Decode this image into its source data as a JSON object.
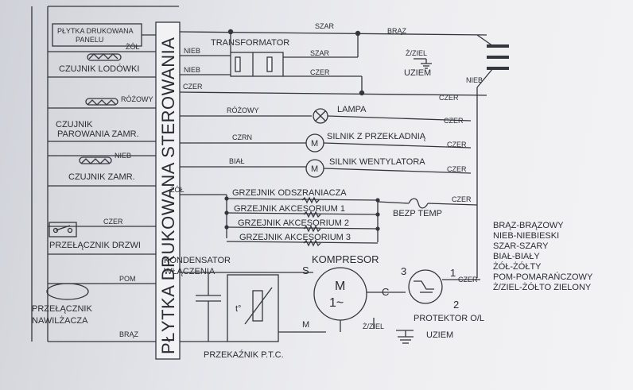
{
  "panel": {
    "title": "PŁYTKA DRUKOWANA STEROWANIA",
    "box_label_line1": "PŁYTKA DRUKOWANA",
    "box_label_line2": "PANELU"
  },
  "left_components": {
    "fridge_sensor": {
      "label": "CZUJNIK LODÓWKI",
      "wire": "ŻÓŁ"
    },
    "evap_sensor": {
      "label_line1": "CZUJNIK",
      "label_line2": "PAROWANIA ZAMR.",
      "wire": "RÓŻOWY"
    },
    "freezer_sensor": {
      "label": "CZUJNIK ZAMR.",
      "wire": "NIEB"
    },
    "door_switch": {
      "label": "PRZEŁĄCZNIK DRZWI",
      "wire": "CZER"
    },
    "humid_switch": {
      "label_line1": "PRZEŁĄCZNIK",
      "label_line2": "NAWILŻACZA",
      "wire_top": "POM",
      "wire_bottom": "BRĄZ"
    }
  },
  "transformer": {
    "label": "TRANSFORMATOR",
    "in1": "NIEB",
    "in2": "NIEB",
    "out1": "SZAR",
    "out2": "CZER"
  },
  "top_wires": {
    "szar": "SZAR",
    "braz": "BRĄZ",
    "zziel": "Ż/ZIEL",
    "czer": "CZER",
    "nieb": "NIEB",
    "ground": "UZIEM"
  },
  "loads": [
    {
      "wire_left": "RÓŻOWY",
      "name": "LAMPA",
      "wire_right": "CZER"
    },
    {
      "wire_left": "CZRN",
      "name": "SILNIK Z PRZEKŁADNIĄ",
      "wire_right": "CZER",
      "symbol": "M"
    },
    {
      "wire_left": "BIAŁ",
      "name": "SILNIK WENTYLATORA",
      "wire_right": "CZER",
      "symbol": "M"
    }
  ],
  "heaters": {
    "wire_left": "ŻÓŁ",
    "items": [
      "GRZEJNIK ODSZRANIACZA",
      "GRZEJNIK AKCESORIUM 1",
      "GRZEJNIK AKCESORIUM 2",
      "GRZEJNIK AKCESORIUM 3"
    ],
    "fuse": "BEZP TEMP",
    "wire_right": "CZER"
  },
  "compressor": {
    "capacitor_line1": "KONDENSATOR",
    "capacitor_line2": "WŁĄCZENIA",
    "name": "KOMPRESOR",
    "motor_m": "M",
    "motor_ac": "1~",
    "term_s": "S",
    "term_c": "C",
    "term_m": "M",
    "ground_wire": "Ż/ZIEL",
    "ground": "UZIEM",
    "ptc": "PRZEKAŹNIK P.T.C.",
    "ptc_t": "t°"
  },
  "protector": {
    "label": "PROTEKTOR O/L",
    "pin1": "1",
    "pin2": "2",
    "pin3": "3",
    "wire": "CZER"
  },
  "legend": [
    "BRĄZ-BRĄZOWY",
    "NIEB-NIEBIESKI",
    "SZAR-SZARY",
    "BIAŁ-BIAŁY",
    "ŻÓŁ-ŻÓŁTY",
    "POM-POMARAŃCZOWY",
    "Ż/ZIEL-ŻÓŁTO ZIELONY"
  ]
}
